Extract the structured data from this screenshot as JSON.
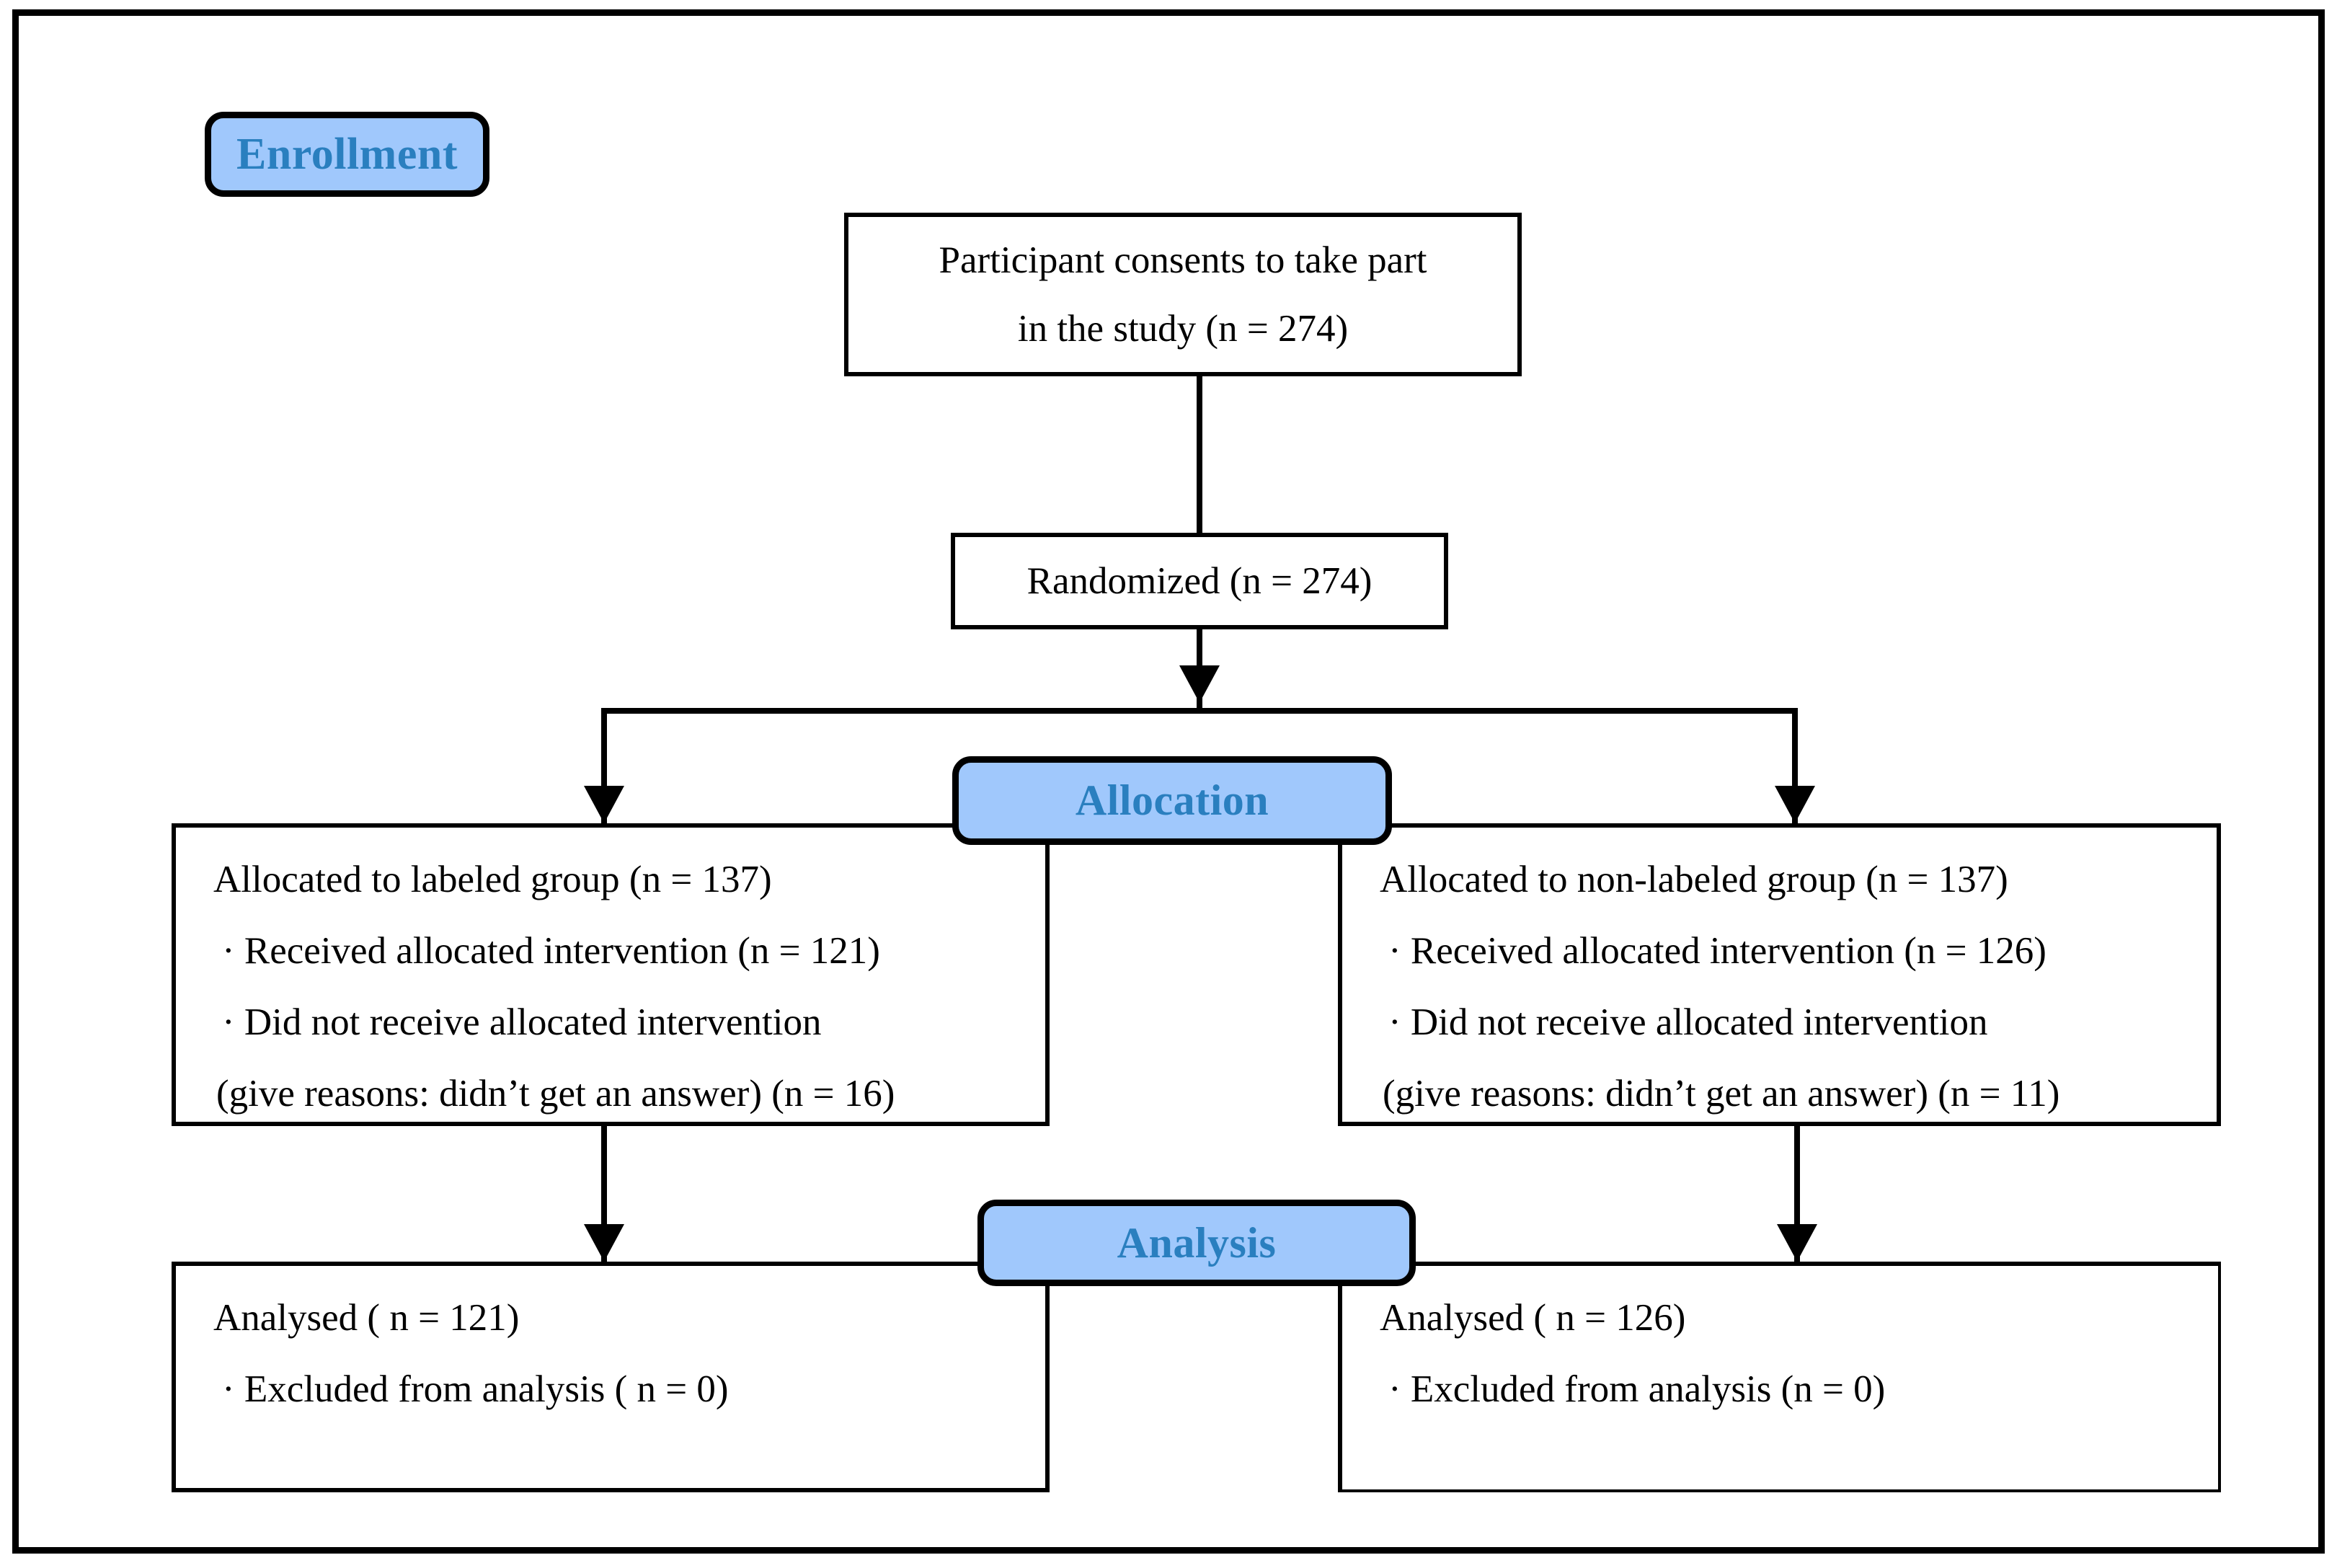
{
  "diagram": {
    "title": "CONSORT participant flow diagram",
    "colors": {
      "badge_fill": "#a0c8fc",
      "badge_text": "#2a7fbf",
      "border": "#000000",
      "box_fill": "#ffffff"
    },
    "stages": {
      "enrollment": "Enrollment",
      "allocation": "Allocation",
      "analysis": "Analysis"
    },
    "consent_box": {
      "line1": "Participant consents to take part",
      "line2": "in the study (n = 274)"
    },
    "randomized_box": {
      "line1": "Randomized (n = 274)"
    },
    "allocation_left": {
      "line1": "Allocated to labeled group (n = 137)",
      "line2": "· Received allocated intervention (n = 121)",
      "line3": "· Did not receive allocated intervention",
      "line4": "(give reasons: didn’t get an answer) (n = 16)"
    },
    "allocation_right": {
      "line1": "Allocated to non-labeled group (n = 137)",
      "line2": "· Received allocated intervention (n = 126)",
      "line3": "· Did not receive allocated intervention",
      "line4": "(give reasons: didn’t get an answer) (n = 11)"
    },
    "analysis_left": {
      "line1": "Analysed    ( n = 121)",
      "line2": "· Excluded from analysis ( n = 0)"
    },
    "analysis_right": {
      "line1": "Analysed    ( n = 126)",
      "line2": "· Excluded from analysis (n = 0)"
    }
  },
  "chart_data": {
    "type": "diagram",
    "title": "CONSORT flow diagram",
    "nodes": [
      {
        "id": "consent",
        "label": "Participant consents to take part in the study (n = 274)",
        "n": 274
      },
      {
        "id": "randomized",
        "label": "Randomized (n = 274)",
        "n": 274
      },
      {
        "id": "alloc_labeled",
        "label": "Allocated to labeled group (n = 137)",
        "n": 137,
        "received": 121,
        "not_received": 16,
        "not_received_reason": "didn’t get an answer"
      },
      {
        "id": "alloc_nonlabeled",
        "label": "Allocated to non-labeled group (n = 137)",
        "n": 137,
        "received": 126,
        "not_received": 11,
        "not_received_reason": "didn’t get an answer"
      },
      {
        "id": "analysed_labeled",
        "label": "Analysed ( n = 121)",
        "n": 121,
        "excluded": 0
      },
      {
        "id": "analysed_nonlabeled",
        "label": "Analysed ( n = 126)",
        "n": 126,
        "excluded": 0
      }
    ],
    "stages": [
      "Enrollment",
      "Allocation",
      "Analysis"
    ],
    "edges": [
      {
        "from": "consent",
        "to": "randomized"
      },
      {
        "from": "randomized",
        "to": "alloc_labeled"
      },
      {
        "from": "randomized",
        "to": "alloc_nonlabeled"
      },
      {
        "from": "alloc_labeled",
        "to": "analysed_labeled"
      },
      {
        "from": "alloc_nonlabeled",
        "to": "analysed_nonlabeled"
      }
    ]
  }
}
